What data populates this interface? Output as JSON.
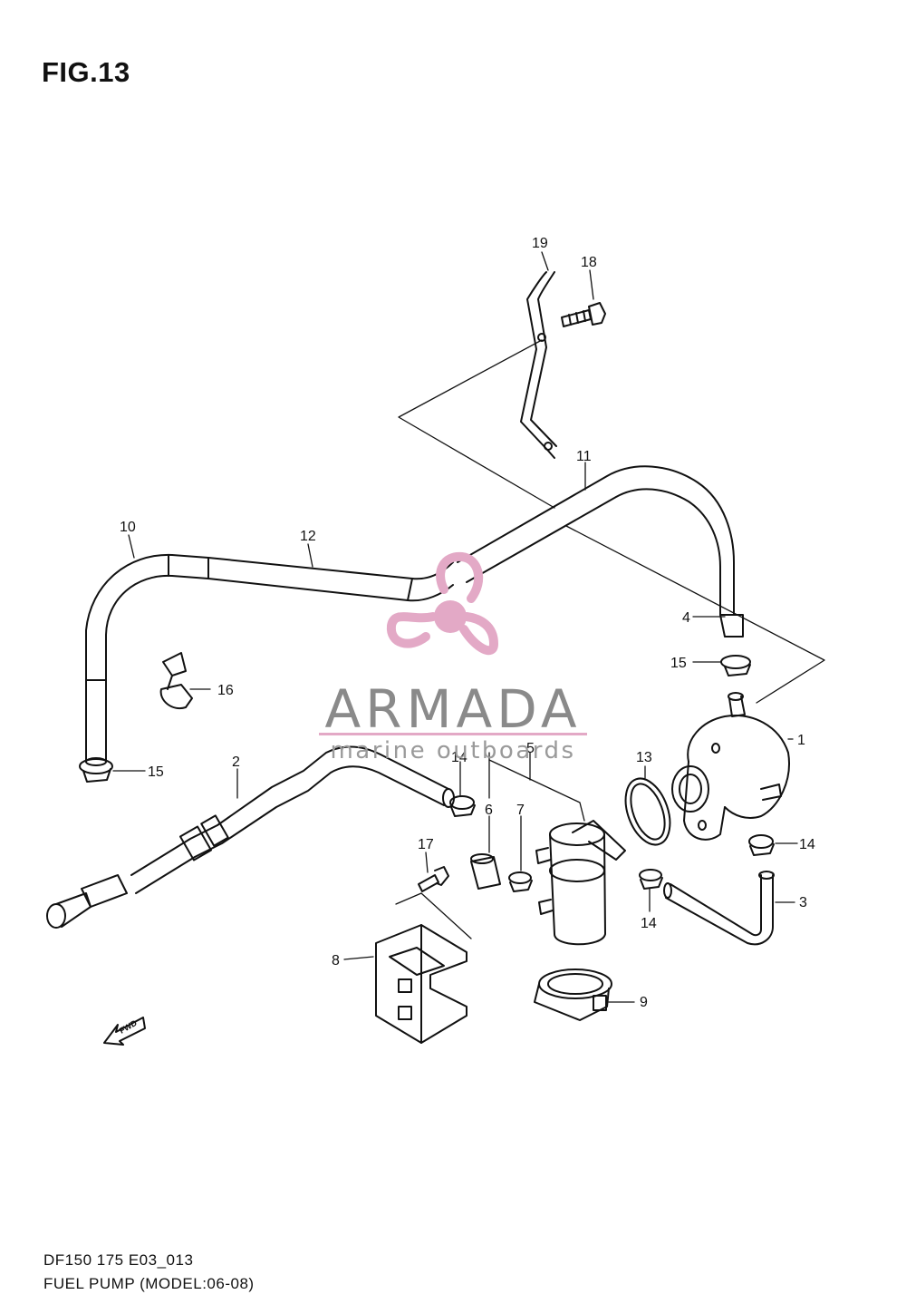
{
  "figure": {
    "title": "FIG.13",
    "code": "DF150 175 E03_013",
    "name": "FUEL PUMP (MODEL:06-08)"
  },
  "watermark": {
    "brand": "ARMADA",
    "tagline": "marine outboards",
    "accent_color": "#e3a9c6"
  },
  "fwd_label": "FWD",
  "callouts": {
    "c1": "1",
    "c2": "2",
    "c3": "3",
    "c4": "4",
    "c5": "5",
    "c6": "6",
    "c7": "7",
    "c8": "8",
    "c9": "9",
    "c10": "10",
    "c11": "11",
    "c12": "12",
    "c13": "13",
    "c14a": "14",
    "c14b": "14",
    "c14c": "14",
    "c15a": "15",
    "c15b": "15",
    "c16": "16",
    "c17": "17",
    "c18": "18",
    "c19": "19"
  }
}
